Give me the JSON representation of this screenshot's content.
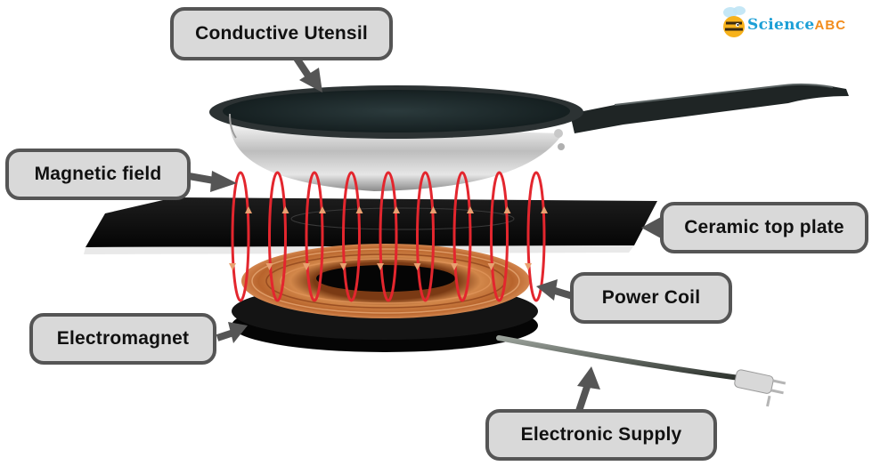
{
  "brand": {
    "name": "Science",
    "suffix": "ABC"
  },
  "labels": {
    "conductive_utensil": "Conductive Utensil",
    "magnetic_field": "Magnetic field",
    "ceramic_top_plate": "Ceramic top plate",
    "power_coil": "Power Coil",
    "electromagnet": "Electromagnet",
    "electronic_supply": "Electronic Supply"
  },
  "colors": {
    "label_fill": "#d9d9d9",
    "label_border": "#555555",
    "arrow": "#555555",
    "field_lines": "#e3262e",
    "copper_coil": "#c8743a",
    "brand_blue": "#1c9fd6",
    "brand_orange": "#f28c1c"
  }
}
